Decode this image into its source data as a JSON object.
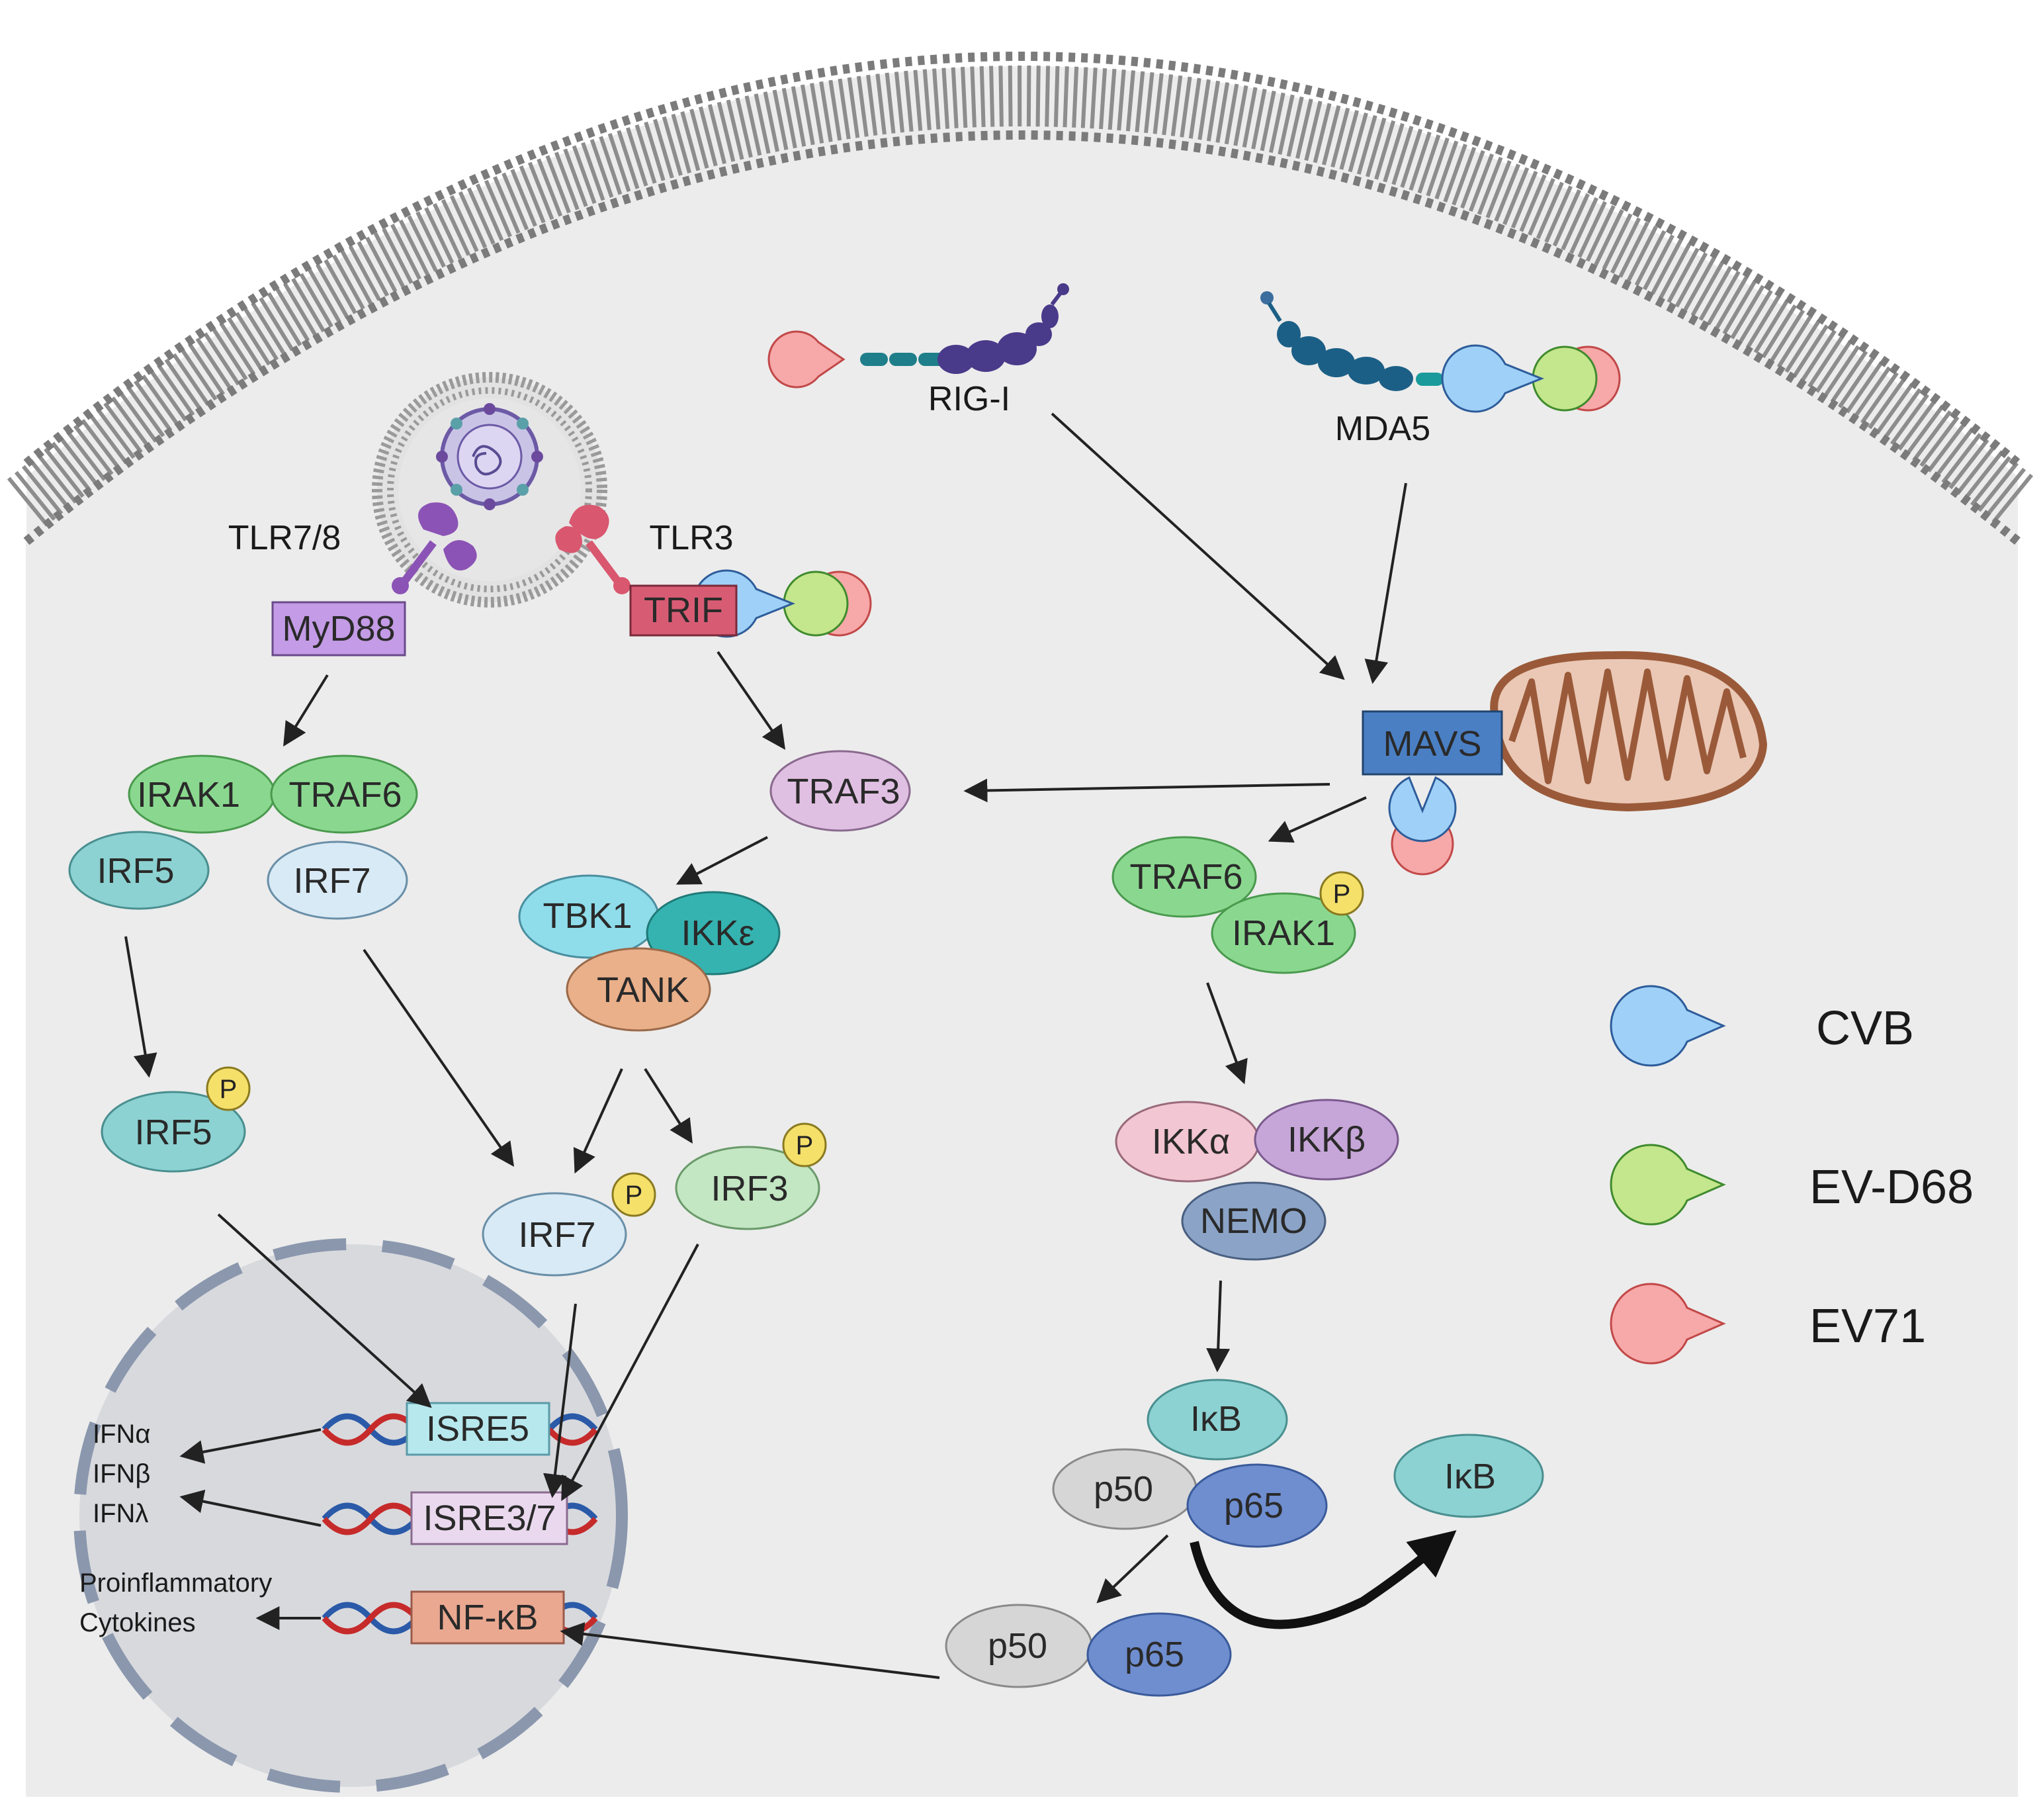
{
  "receptors": {
    "rig_i": "RIG-I",
    "mda5": "MDA5",
    "tlr78": "TLR7/8",
    "tlr3": "TLR3"
  },
  "adaptors": {
    "myd88": "MyD88",
    "trif": "TRIF",
    "mavs": "MAVS"
  },
  "proteins": {
    "irak1_left": "IRAK1",
    "traf6_left": "TRAF6",
    "irf5": "IRF5",
    "irf7": "IRF7",
    "traf3": "TRAF3",
    "tbk1": "TBK1",
    "ikke": "IKKε",
    "tank": "TANK",
    "irf5_p": "IRF5",
    "irf7_p": "IRF7",
    "irf3_p": "IRF3",
    "traf6_right": "TRAF6",
    "irak1_right": "IRAK1",
    "ikka": "IKKα",
    "ikkb": "IKKβ",
    "nemo": "NEMO",
    "ikb_complex": "IκB",
    "p50_complex": "p50",
    "p65_complex": "p65",
    "ikb_free": "IκB",
    "p50_free": "p50",
    "p65_free": "p65",
    "phospho": "P"
  },
  "nucleus": {
    "isre5": "ISRE5",
    "isre37": "ISRE3/7",
    "nfkb": "NF-κB",
    "ifna": "IFNα",
    "ifnb": "IFNβ",
    "ifnl": "IFNλ",
    "cyto1": "Proinflammatory",
    "cyto2": "Cytokines"
  },
  "legend": [
    {
      "label": "CVB",
      "color": "#9fd0f7",
      "stroke": "#2d5c9a"
    },
    {
      "label": "EV-D68",
      "color": "#c4e68c",
      "stroke": "#3f8b2d"
    },
    {
      "label": "EV71",
      "color": "#f7a8a8",
      "stroke": "#c24848"
    }
  ],
  "colors": {
    "cytoplasm": "#ececec",
    "nucleus": "#d8d9dd",
    "membrane": "#8a8a8a"
  }
}
